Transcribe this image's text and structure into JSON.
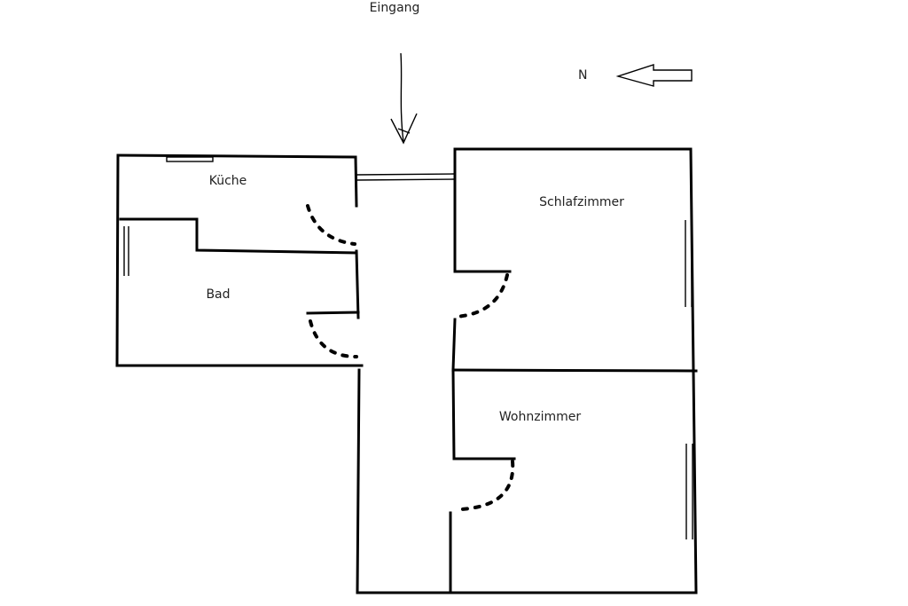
{
  "labels": {
    "entrance": "Eingang",
    "north": "N",
    "kitchen": "Küche",
    "bath": "Bad",
    "bedroom": "Schlafzimmer",
    "living_room": "Wohnzimmer"
  }
}
